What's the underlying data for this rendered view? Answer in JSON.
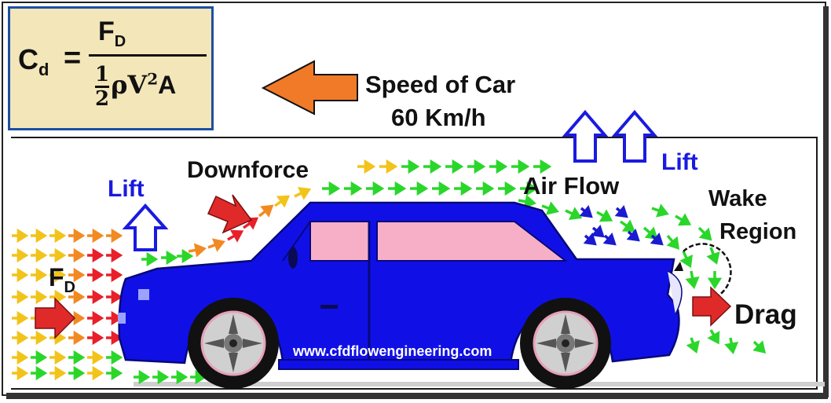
{
  "formula": {
    "cd": "C",
    "cd_sub": "d",
    "equals": "=",
    "num": "F",
    "num_sub": "D",
    "half_num": "1",
    "half_den": "2",
    "rest": "ρV",
    "sup": "2",
    "area": "A"
  },
  "labels": {
    "speed_line1": "Speed of Car",
    "speed_line2": "60 Km/h",
    "lift_left": "Lift",
    "lift_right": "Lift",
    "downforce": "Downforce",
    "air_flow": "Air Flow",
    "wake_line1": "Wake",
    "wake_line2": "Region",
    "fd": "F",
    "fd_sub": "D",
    "drag": "Drag",
    "website": "www.cfdflowengineering.com"
  },
  "colors": {
    "car_body": "#1010e6",
    "window": "#f7afc8",
    "formula_bg": "#f3e6b9",
    "speed_arrow": "#f07a28",
    "force_arrow": "#e02a2a",
    "lift_arrow": "#1a1ae0",
    "flow_green": "#2bd62b",
    "flow_yellow": "#f2c31a",
    "flow_orange": "#f28a22",
    "flow_red": "#e8202a",
    "flow_blue": "#1a1ad0"
  }
}
